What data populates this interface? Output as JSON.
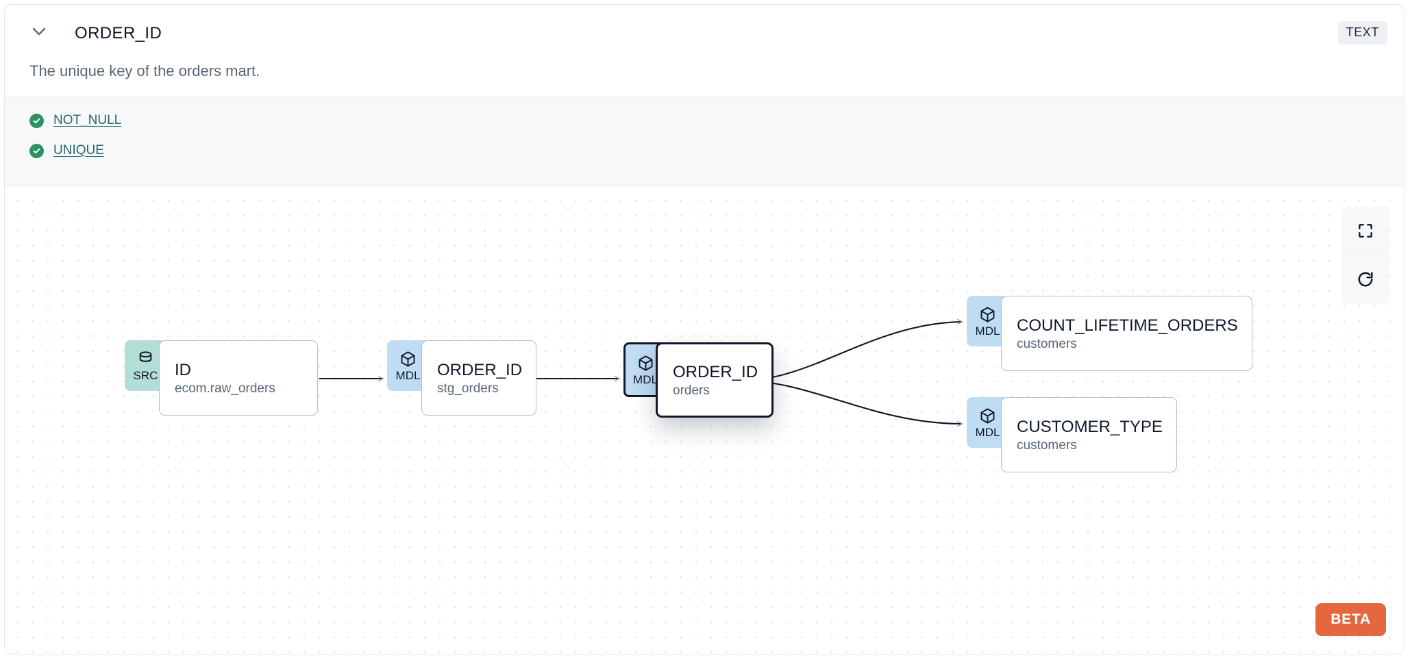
{
  "header": {
    "collapse_icon": "chevron-down-icon",
    "title": "ORDER_ID",
    "type_badge": "TEXT",
    "description": "The unique key of the orders mart."
  },
  "tests": {
    "items": [
      {
        "icon": "check-circle-icon",
        "label": "NOT_NULL",
        "status_color": "#2d9162"
      },
      {
        "icon": "check-circle-icon",
        "label": "UNIQUE",
        "status_color": "#2d9162"
      }
    ]
  },
  "lineage": {
    "nodes": [
      {
        "id": "src",
        "badge": "SRC",
        "badge_icon": "database-icon",
        "badge_color": "#b3ded6",
        "title": "ID",
        "subtitle": "ecom.raw_orders",
        "selected": false
      },
      {
        "id": "stg",
        "badge": "MDL",
        "badge_icon": "cube-icon",
        "badge_color": "#bfdcf2",
        "title": "ORDER_ID",
        "subtitle": "stg_orders",
        "selected": false
      },
      {
        "id": "orders",
        "badge": "MDL",
        "badge_icon": "cube-icon",
        "badge_color": "#bfdcf2",
        "title": "ORDER_ID",
        "subtitle": "orders",
        "selected": true
      },
      {
        "id": "count",
        "badge": "MDL",
        "badge_icon": "cube-icon",
        "badge_color": "#bfdcf2",
        "title": "COUNT_LIFETIME_ORDERS",
        "subtitle": "customers",
        "selected": false
      },
      {
        "id": "custtype",
        "badge": "MDL",
        "badge_icon": "cube-icon",
        "badge_color": "#bfdcf2",
        "title": "CUSTOMER_TYPE",
        "subtitle": "customers",
        "selected": false
      }
    ],
    "edges": [
      {
        "from": "src",
        "to": "stg"
      },
      {
        "from": "stg",
        "to": "orders"
      },
      {
        "from": "orders",
        "to": "count"
      },
      {
        "from": "orders",
        "to": "custtype"
      }
    ],
    "toolbar": [
      {
        "name": "fit-view-icon",
        "label": "fit-view"
      },
      {
        "name": "reset-icon",
        "label": "reset"
      }
    ],
    "beta_badge": "BETA",
    "beta_color": "#e4673f"
  }
}
